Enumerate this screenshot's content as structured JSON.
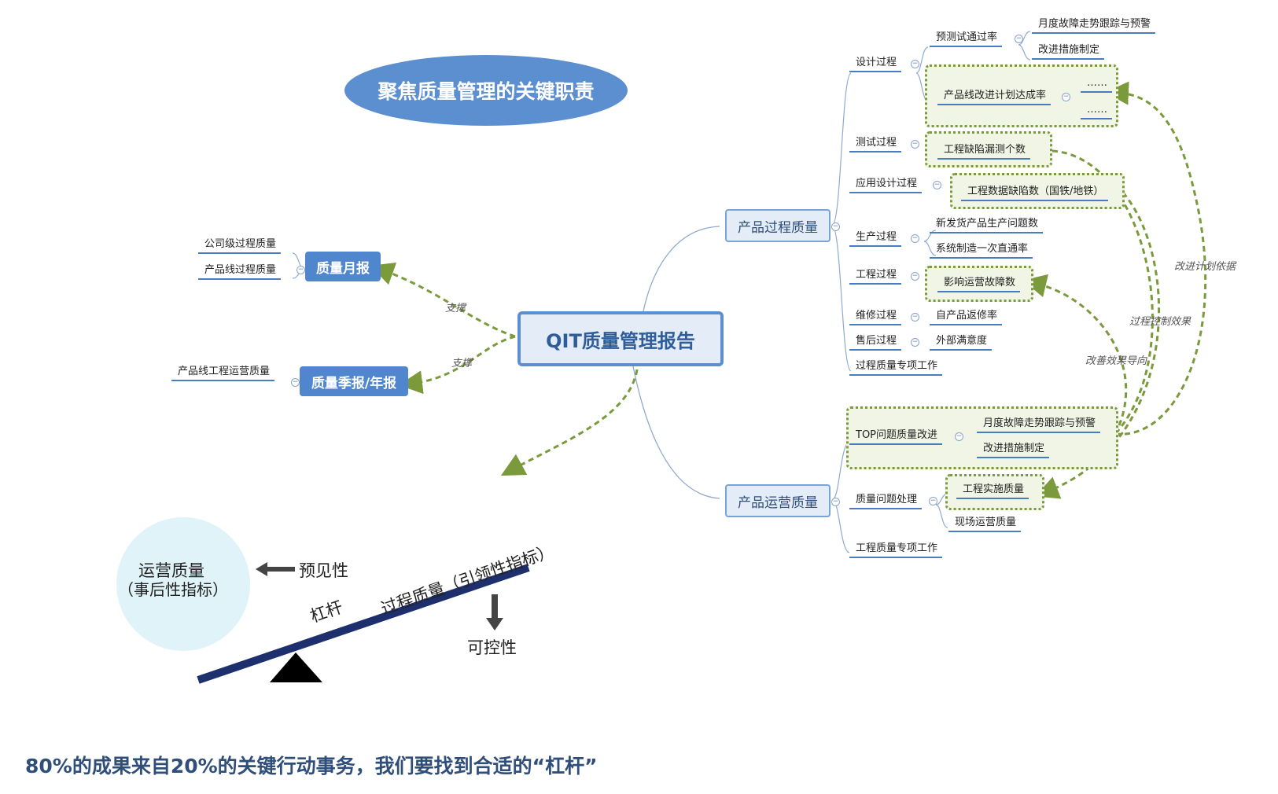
{
  "title": "聚焦质量管理的关键职责",
  "center": "QIT质量管理报告",
  "left": {
    "monthly": "质量月报",
    "monthly_items": [
      "公司级过程质量",
      "产品线过程质量"
    ],
    "quarterly": "质量季报/年报",
    "quarterly_items": [
      "产品线工程运营质量"
    ],
    "support_label": "支撑"
  },
  "process_quality": {
    "label": "产品过程质量",
    "design": "设计过程",
    "design_pretest": "预测试通过率",
    "design_pretest_children": [
      "月度故障走势跟踪与预警",
      "改进措施制定"
    ],
    "design_plan": "产品线改进计划达成率",
    "design_plan_children": [
      "……",
      "……"
    ],
    "test": "测试过程",
    "test_child": "工程缺陷漏测个数",
    "app_design": "应用设计过程",
    "app_design_child": "工程数据缺陷数（国铁/地铁）",
    "production": "生产过程",
    "production_children": [
      "新发货产品生产问题数",
      "系统制造一次直通率"
    ],
    "engineering": "工程过程",
    "engineering_child": "影响运营故障数",
    "repair": "维修过程",
    "repair_child": "自产品返修率",
    "aftersales": "售后过程",
    "aftersales_child": "外部满意度",
    "special": "过程质量专项工作"
  },
  "ops_quality": {
    "label": "产品运营质量",
    "top": "TOP问题质量改进",
    "top_children": [
      "月度故障走势跟踪与预警",
      "改进措施制定"
    ],
    "issue": "质量问题处理",
    "issue_children": [
      "工程实施质量",
      "现场运营质量"
    ],
    "special": "工程质量专项工作"
  },
  "arrow_labels": {
    "plan_basis": "改进计划依据",
    "process_control": "过程控制效果",
    "improve_guide": "改善效果导向"
  },
  "lever": {
    "ops_line1": "运营质量",
    "ops_line2": "（事后性指标）",
    "foresee": "预见性",
    "lever_word": "杠杆",
    "process": "过程质量（引领性指标）",
    "control": "可控性"
  },
  "bottom_text": "80%的成果来自20%的关键行动事务，我们要找到合适的“杠杆”",
  "colors": {
    "blue": "#4f86cd",
    "green": "#7a9a3c",
    "navy": "#1e2f6e",
    "circle": "#dff3f8"
  }
}
